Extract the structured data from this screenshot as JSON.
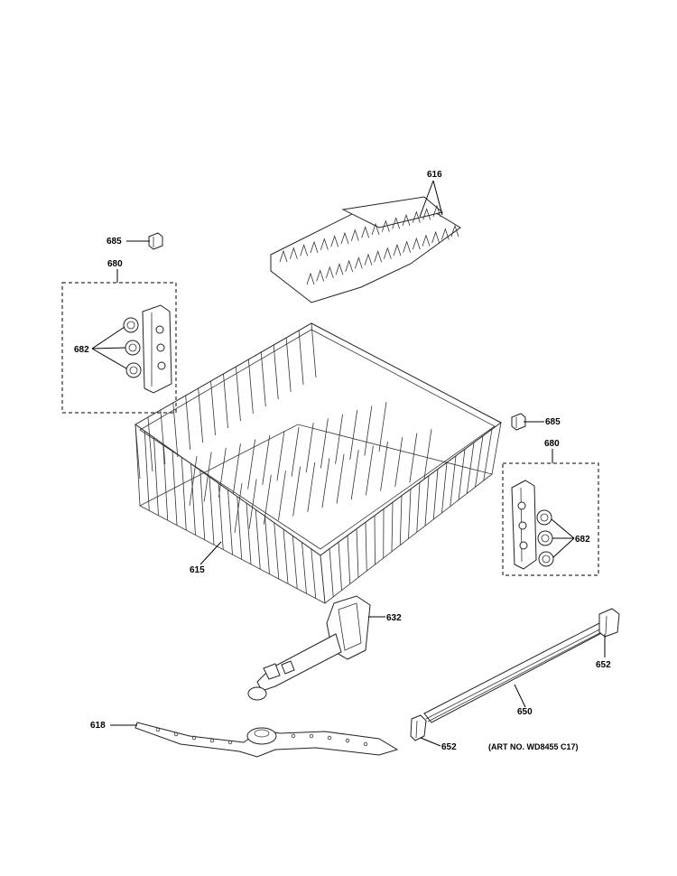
{
  "diagram": {
    "labels": {
      "l616": "616",
      "l685a": "685",
      "l680a": "680",
      "l682a": "682",
      "l685b": "685",
      "l680b": "680",
      "l682b": "682",
      "l615": "615",
      "l632": "632",
      "l652a": "652",
      "l650": "650",
      "l618": "618",
      "l652b": "652"
    },
    "art_no": "(ART NO. WD8455 C17)"
  }
}
